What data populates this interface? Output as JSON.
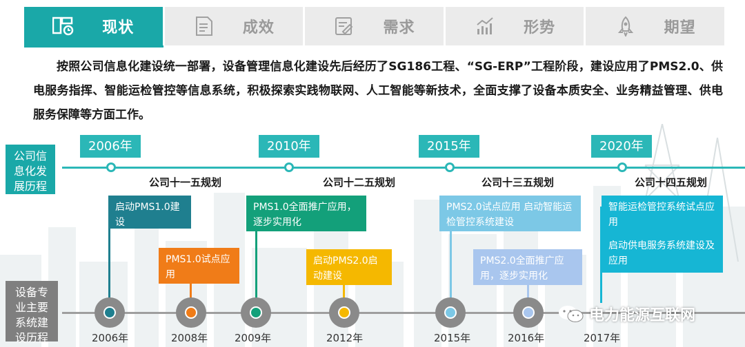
{
  "tabs": [
    {
      "label": "现状",
      "icon": "dashboard-icon",
      "active": true
    },
    {
      "label": "成效",
      "icon": "document-icon",
      "active": false
    },
    {
      "label": "需求",
      "icon": "edit-note-icon",
      "active": false
    },
    {
      "label": "形势",
      "icon": "trend-chart-icon",
      "active": false
    },
    {
      "label": "期望",
      "icon": "rocket-icon",
      "active": false
    }
  ],
  "intro_text": "按照公司信息化建设统一部署，设备管理信息化建设先后经历了SG186工程、“SG-ERP”工程阶段，建设应用了PMS2.0、供电服务指挥、智能运检管控等信息系统，积极探索实践物联网、人工智能等新技术，全面支撑了设备本质安全、业务精益管理、供电服务保障等方面工作。",
  "timeline_top": {
    "label": "公司信息化发展历程",
    "years": [
      "2006年",
      "2010年",
      "2015年",
      "2020年"
    ],
    "plans": [
      "公司十一五规划",
      "公司十二五规划",
      "公司十三五规划",
      "公司十四五规划"
    ]
  },
  "timeline_bottom": {
    "label": "设备专业主要系统建设历程",
    "years": [
      "2006年",
      "2008年",
      "2009年",
      "2012年",
      "2015年",
      "2016年",
      "2017年"
    ]
  },
  "events": [
    {
      "text": "启动PMS1.0建设",
      "color": "#1f7f8f"
    },
    {
      "text": "PMS1.0试点应用",
      "color": "#f07c18"
    },
    {
      "text": "PMS1.0全面推广应用，逐步实用化",
      "color": "#13a07a"
    },
    {
      "text": "启动PMS2.0启动建设",
      "color": "#f5b800"
    },
    {
      "text": "PMS2.0试点应用 启动智能运检管控系统建设",
      "color": "#7cc8e6"
    },
    {
      "text": "PMS2.0全面推广应用，逐步实用化",
      "color": "#a9c6ee"
    },
    {
      "text": "智能运检管控系统试点应用",
      "color": "#16b6d4"
    },
    {
      "text": "启动供电服务系统建设及应用",
      "color": "#16b6d4"
    }
  ],
  "watermark": "电力能源互联网",
  "colors": {
    "accent": "#1aa8a8",
    "gray_rail": "#9e9e9e"
  }
}
